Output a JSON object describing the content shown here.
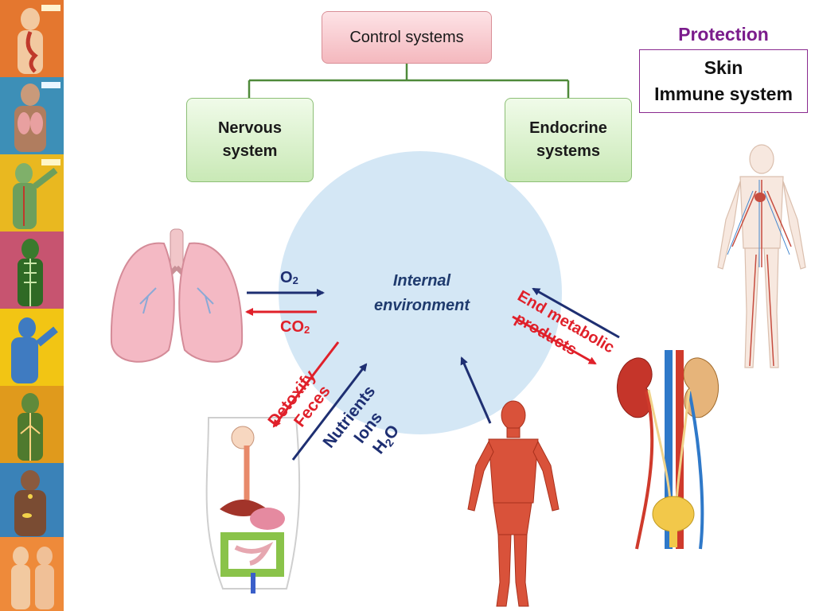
{
  "control": {
    "title": "Control systems",
    "nervous": [
      "Nervous",
      "system"
    ],
    "endocrine": [
      "Endocrine",
      "systems"
    ]
  },
  "protection": {
    "title": "Protection",
    "items": [
      "Skin",
      "Immune system"
    ]
  },
  "center": {
    "lines": [
      "Internal",
      "environment"
    ]
  },
  "lungs": {
    "in": "O",
    "in_sub": "2",
    "out": "CO",
    "out_sub": "2"
  },
  "digestive": {
    "out": [
      "Detoxify",
      "Feces"
    ],
    "in": [
      "Nutrients",
      "Ions",
      "H",
      "2",
      "O"
    ]
  },
  "kidney": {
    "out": [
      "End metabolic",
      "products"
    ]
  },
  "colors": {
    "circle": "#d4e7f5",
    "arrow_blue": "#1e2f72",
    "arrow_red": "#e0202a",
    "tree_line": "#4f8a3a",
    "protection_accent": "#7b1c8c"
  },
  "icons": [
    "lungs-illustration",
    "digestive-system-illustration",
    "muscular-body-illustration",
    "urinary-system-illustration",
    "circulatory-body-illustration"
  ]
}
